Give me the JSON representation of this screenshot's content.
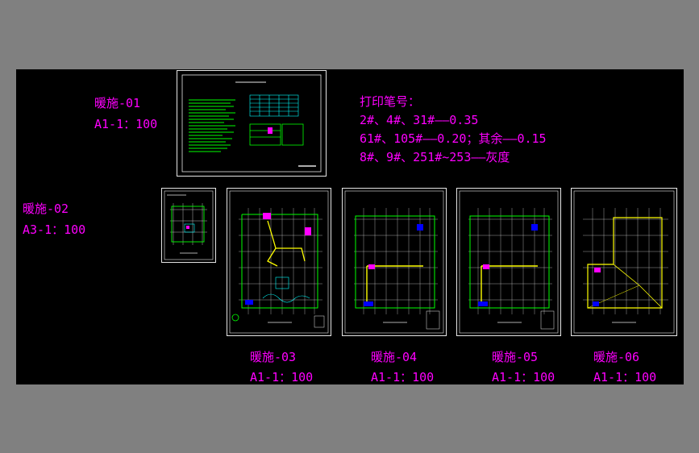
{
  "colors": {
    "background": "#808080",
    "canvas": "#000000",
    "label": "#ff00ff",
    "border": "#e6e6e6",
    "wall": "#00ff00",
    "grid": "#ffffff",
    "duct": "#ffff00",
    "equip": "#0000ff",
    "inner": "#00ffff"
  },
  "sheets": {
    "s01": {
      "name": "暖施-01",
      "scale": "A1-1：100"
    },
    "s02": {
      "name": "暖施-02",
      "scale": "A3-1：100"
    },
    "s03": {
      "name": "暖施-03",
      "scale": "A1-1：100"
    },
    "s04": {
      "name": "暖施-04",
      "scale": "A1-1：100"
    },
    "s05": {
      "name": "暖施-05",
      "scale": "A1-1：100"
    },
    "s06": {
      "name": "暖施-06",
      "scale": "A1-1：100"
    }
  },
  "print_note": {
    "title": "打印笔号：",
    "line1": "2#、4#、31#——0.35",
    "line2": "61#、105#——0.20；其余——0.15",
    "line3": "8#、9#、251#~253——灰度"
  }
}
